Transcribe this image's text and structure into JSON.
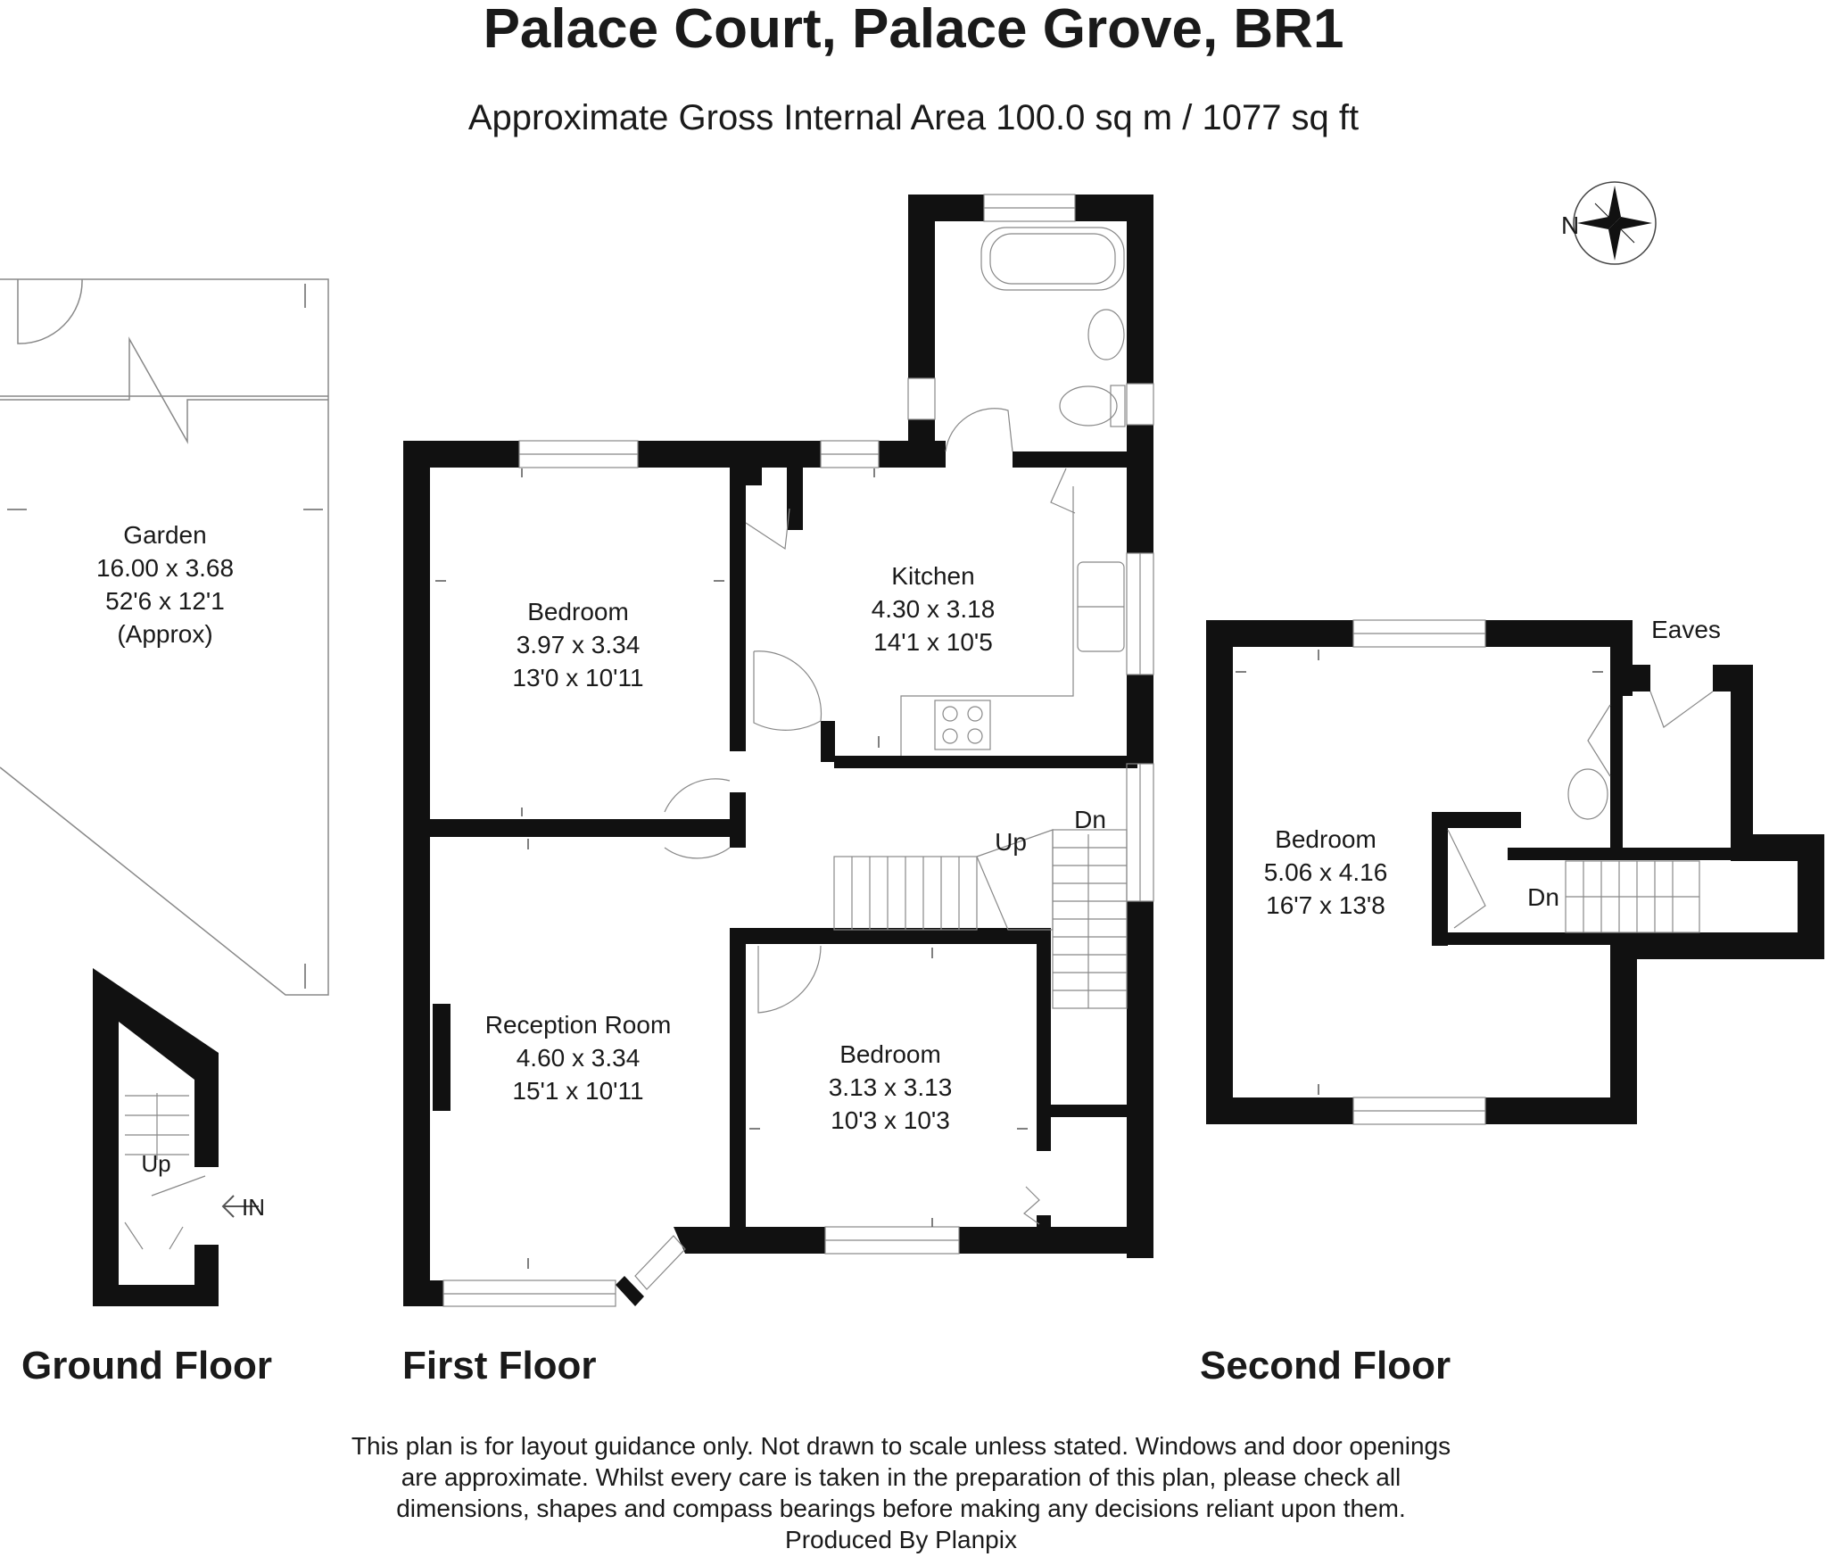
{
  "header": {
    "title": "Palace Court, Palace Grove, BR1",
    "subtitle": "Approximate Gross Internal Area 100.0 sq m / 1077 sq ft"
  },
  "compass": {
    "label": "N"
  },
  "rooms": {
    "garden": {
      "name": "Garden",
      "metric": "16.00 x 3.68",
      "imperial": "52'6 x 12'1",
      "note": "(Approx)"
    },
    "bedroom_1": {
      "name": "Bedroom",
      "metric": "3.97 x 3.34",
      "imperial": "13'0 x 10'11"
    },
    "kitchen": {
      "name": "Kitchen",
      "metric": "4.30 x 3.18",
      "imperial": "14'1 x 10'5"
    },
    "reception": {
      "name": "Reception Room",
      "metric": "4.60 x 3.34",
      "imperial": "15'1 x 10'11"
    },
    "bedroom_2": {
      "name": "Bedroom",
      "metric": "3.13 x 3.13",
      "imperial": "10'3 x 10'3"
    },
    "bedroom_3": {
      "name": "Bedroom",
      "metric": "5.06 x 4.16",
      "imperial": "16'7 x 13'8"
    }
  },
  "labels": {
    "eaves": "Eaves",
    "first_up": "Up",
    "first_dn": "Dn",
    "second_dn": "Dn",
    "ground_up": "Up",
    "ground_in": "IN"
  },
  "floors": {
    "ground": "Ground Floor",
    "first": "First Floor",
    "second": "Second Floor"
  },
  "disclaimer": {
    "line1": "This plan is for layout guidance only. Not drawn to scale unless stated. Windows and door openings",
    "line2": "are approximate. Whilst every care is taken in the preparation of this plan, please check all",
    "line3": "dimensions, shapes and compass bearings before making any decisions reliant upon them.",
    "line4": "Produced By Planpix"
  }
}
